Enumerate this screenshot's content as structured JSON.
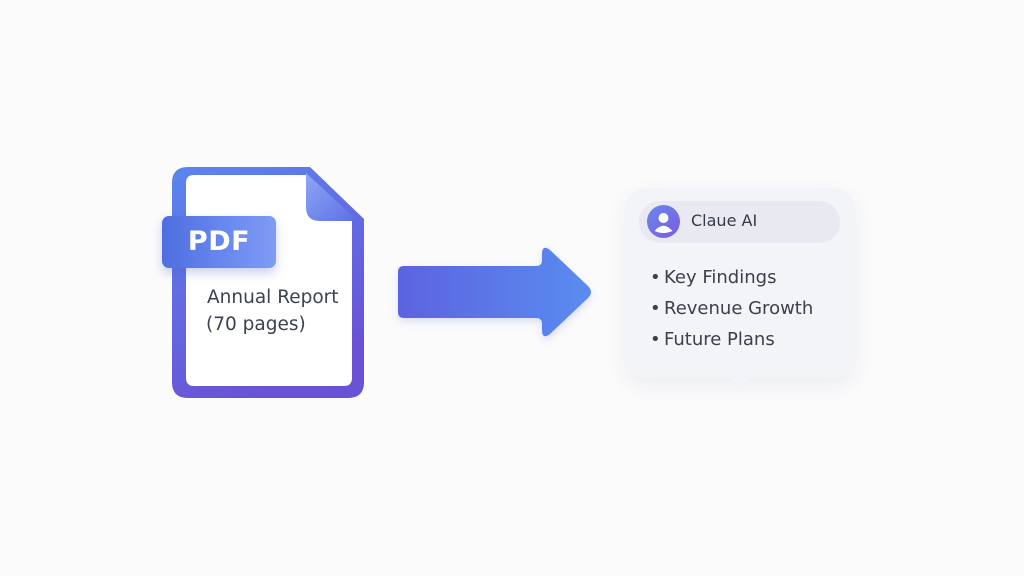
{
  "document": {
    "badge": "PDF",
    "title": "Annual Report",
    "pages": "(70 pages)"
  },
  "assistant": {
    "name": "Claue AI",
    "bullet_glyph": "•",
    "items": [
      {
        "label": "Key Findings"
      },
      {
        "label": "Revenue Growth"
      },
      {
        "label": "Future Plans"
      }
    ]
  },
  "colors": {
    "accent_blue": "#5b7fe8",
    "accent_purple": "#6c56d8",
    "card_bg": "#f3f4f8",
    "header_bg": "#e8e9f1",
    "text": "#3a404c"
  },
  "icons": {
    "document": "file-icon",
    "arrow": "arrow-right-icon",
    "avatar": "user-icon"
  }
}
